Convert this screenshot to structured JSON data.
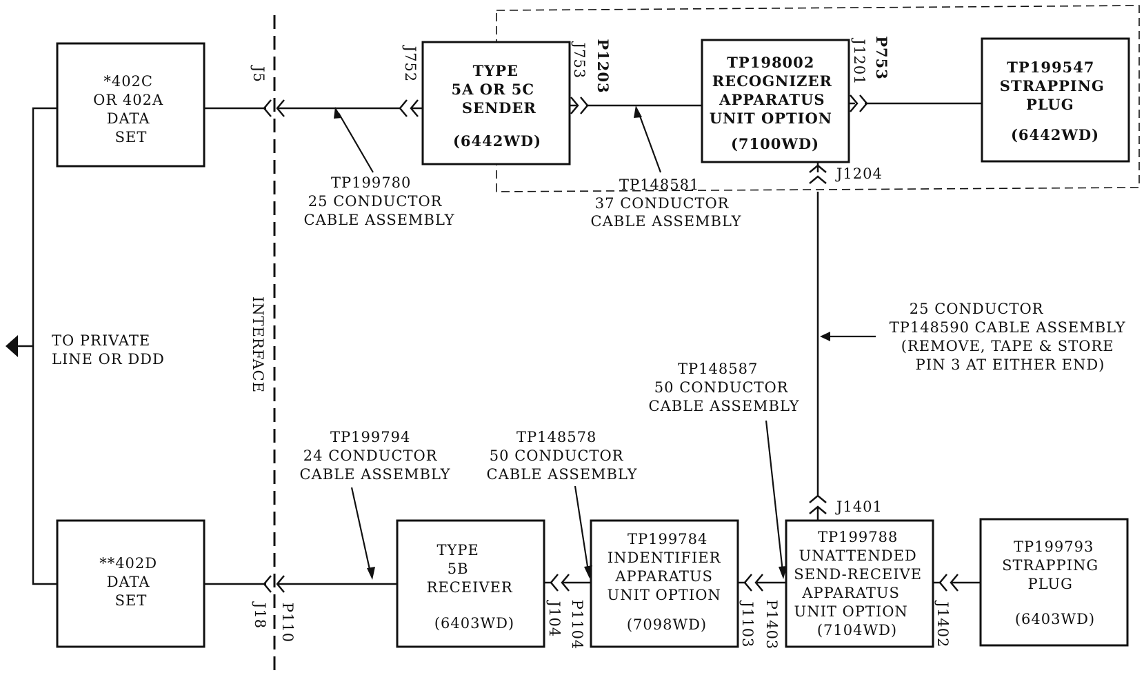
{
  "blocks": {
    "data_set_402c": [
      "*402C",
      "OR  402A",
      "DATA",
      "SET"
    ],
    "data_set_402d": [
      "**402D",
      "DATA",
      "SET"
    ],
    "sender": [
      "TYPE",
      "5A OR 5C",
      "SENDER",
      "(6442WD)"
    ],
    "recognizer": [
      "TP198002",
      "RECOGNIZER",
      "APPARATUS",
      "UNIT OPTION",
      "(7100WD)"
    ],
    "strapping_plug_top": [
      "TP199547",
      "STRAPPING",
      "PLUG",
      "(6442WD)"
    ],
    "receiver": [
      "TYPE",
      "5B",
      "RECEIVER",
      "(6403WD)"
    ],
    "identifier": [
      "TP199784",
      "INDENTIFIER",
      "APPARATUS",
      "UNIT OPTION",
      "(7098WD)"
    ],
    "unattended": [
      "TP199788",
      "UNATTENDED",
      "SEND-RECEIVE",
      "APPARATUS",
      "UNIT OPTION",
      "(7104WD)"
    ],
    "strapping_plug_bottom": [
      "TP199793",
      "STRAPPING",
      "PLUG",
      "(6403WD)"
    ]
  },
  "cables": {
    "tp199780": [
      "TP199780",
      "25 CONDUCTOR",
      "CABLE ASSEMBLY"
    ],
    "tp148581": [
      "TP148581",
      "37 CONDUCTOR",
      "CABLE ASSEMBLY"
    ],
    "tp148590": [
      "25 CONDUCTOR",
      "TP148590 CABLE ASSEMBLY",
      "(REMOVE, TAPE & STORE",
      "PIN 3 AT EITHER END)"
    ],
    "tp148587": [
      "TP148587",
      "50 CONDUCTOR",
      "CABLE ASSEMBLY"
    ],
    "tp199794": [
      "TP199794",
      "24 CONDUCTOR",
      "CABLE ASSEMBLY"
    ],
    "tp148578": [
      "TP148578",
      "50 CONDUCTOR",
      "CABLE ASSEMBLY"
    ]
  },
  "connectors": {
    "j5": "J5",
    "j752": "J752",
    "j753": "J753",
    "p1203": "P1203",
    "j1201": "J1201",
    "p753": "P753",
    "j1204": "J1204",
    "j1401": "J1401",
    "p110": "P110",
    "j18": "J18",
    "j104": "J104",
    "p1104": "P1104",
    "j1103": "J1103",
    "p1403": "P1403",
    "j1402": "J1402"
  },
  "private_line": [
    "TO PRIVATE",
    "LINE OR DDD"
  ],
  "interface_label": "INTERFACE"
}
